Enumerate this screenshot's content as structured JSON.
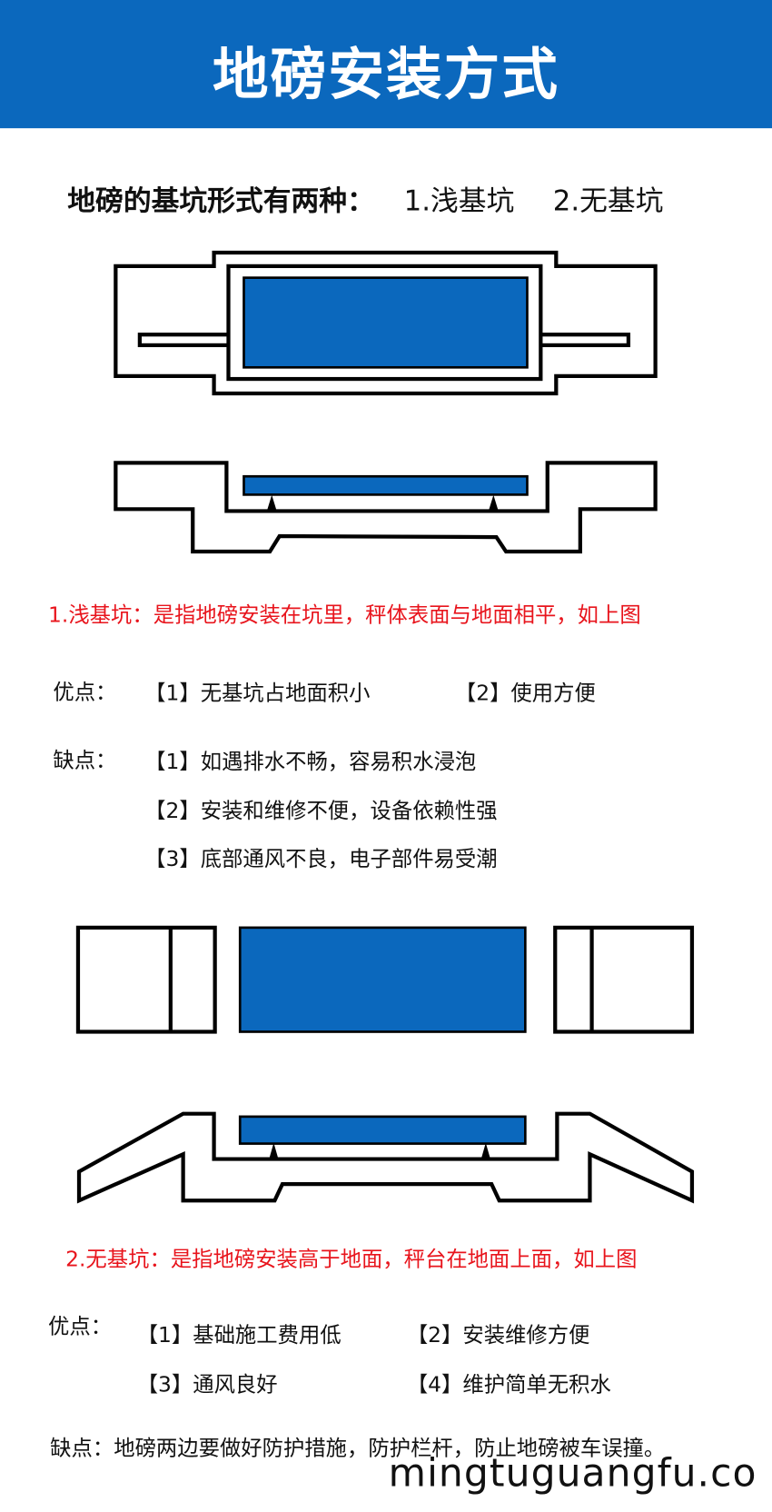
{
  "header": {
    "title": "地磅安装方式"
  },
  "intro": {
    "label": "地磅的基坑形式有两种：",
    "option1": "1.浅基坑",
    "option2": "2.无基坑"
  },
  "shallow_pit": {
    "description": "1.浅基坑：是指地磅安装在坑里，秤体表面与地面相平，如上图",
    "pros_label": "优点：",
    "pros": [
      "【1】无基坑占地面积小",
      "【2】使用方便"
    ],
    "cons_label": "缺点：",
    "cons": [
      "【1】如遇排水不畅，容易积水浸泡",
      "【2】安装和维修不便，设备依赖性强",
      "【3】底部通风不良，电子部件易受潮"
    ]
  },
  "no_pit": {
    "description": "2.无基坑：是指地磅安装高于地面，秤台在地面上面，如上图",
    "pros_label": "优点：",
    "pros": [
      "【1】基础施工费用低",
      "【2】安装维修方便",
      "【3】通风良好",
      "【4】维护简单无积水"
    ],
    "cons": "缺点：地磅两边要做好防护措施，防护栏杆，防止地磅被车误撞。"
  },
  "watermark": "mingtuguangfu.co",
  "colors": {
    "brand_blue": "#0b68bd",
    "accent_red": "#e8141c"
  }
}
